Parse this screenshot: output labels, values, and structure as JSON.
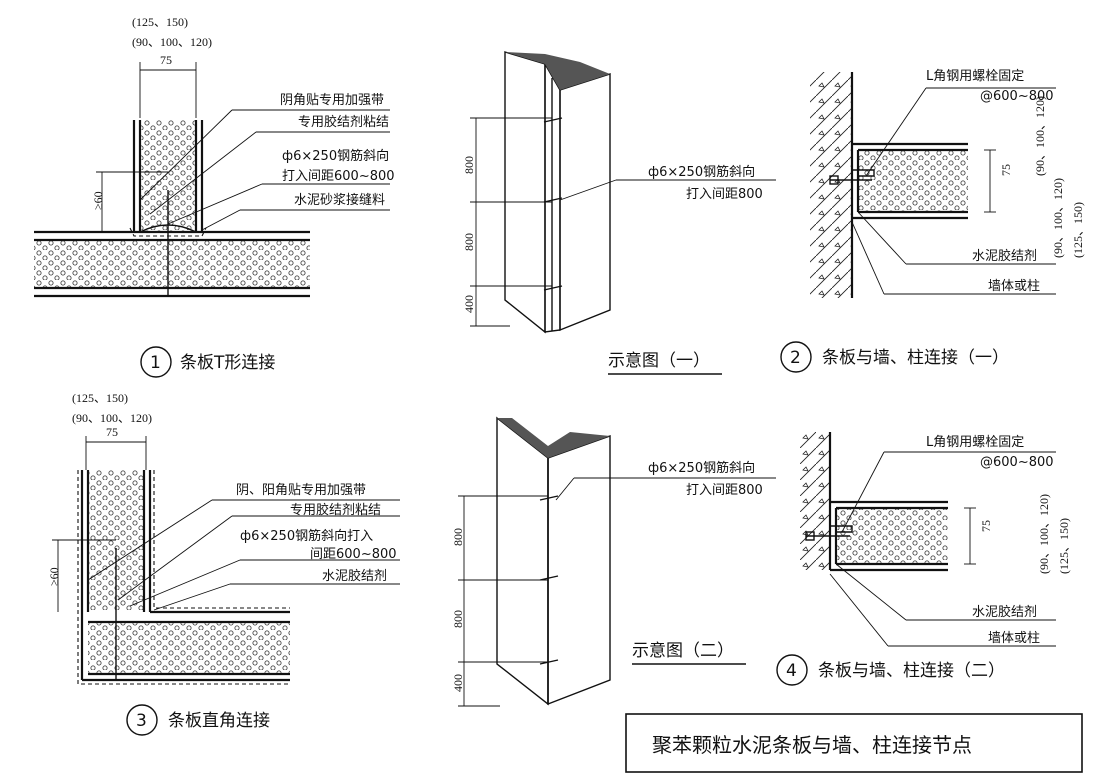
{
  "title": "聚苯颗粒水泥条板与墙、柱连接节点",
  "detail1": {
    "number": "1",
    "caption": "条板T形连接",
    "dim_top1": "(125、150)",
    "dim_top2": "(90、100、120)",
    "dim_width": "75",
    "dim_side": "≥60",
    "notes": [
      "阴角贴专用加强带",
      "专用胶结剂粘结",
      "ф6×250钢筋斜向",
      "打入间距600~800",
      "水泥砂浆接缝料"
    ]
  },
  "detail2": {
    "number": "2",
    "caption": "条板与墙、柱连接（一）",
    "notes_top": [
      "L角钢用螺栓固定",
      "@600~800"
    ],
    "dim_a": "(90、100、120)",
    "dim_b": "75",
    "dim_c": "(90、100、120)",
    "dim_d": "(125、150)",
    "notes_bottom": [
      "水泥胶结剂",
      "墙体或柱"
    ]
  },
  "detail3": {
    "number": "3",
    "caption": "条板直角连接",
    "dim_top1": "(125、150)",
    "dim_top2": "(90、100、120)",
    "dim_width": "75",
    "dim_side": "≥60",
    "notes": [
      "阴、阳角贴专用加强带",
      "专用胶结剂粘结",
      "ф6×250钢筋斜向打入",
      "间距600~800",
      "水泥胶结剂"
    ]
  },
  "detail4": {
    "number": "4",
    "caption": "条板与墙、柱连接（二）",
    "notes_top": [
      "L角钢用螺栓固定",
      "@600~800"
    ],
    "dim_b": "75",
    "dim_c": "(90、100、120)",
    "dim_d": "(125、150)",
    "notes_bottom": [
      "水泥胶结剂",
      "墙体或柱"
    ]
  },
  "sketch1": {
    "caption": "示意图（一）",
    "note": [
      "ф6×250钢筋斜向",
      "打入间距800"
    ],
    "dims": [
      "800",
      "800",
      "400"
    ]
  },
  "sketch2": {
    "caption": "示意图（二）",
    "note": [
      "ф6×250钢筋斜向",
      "打入间距800"
    ],
    "dims": [
      "800",
      "800",
      "400"
    ]
  }
}
